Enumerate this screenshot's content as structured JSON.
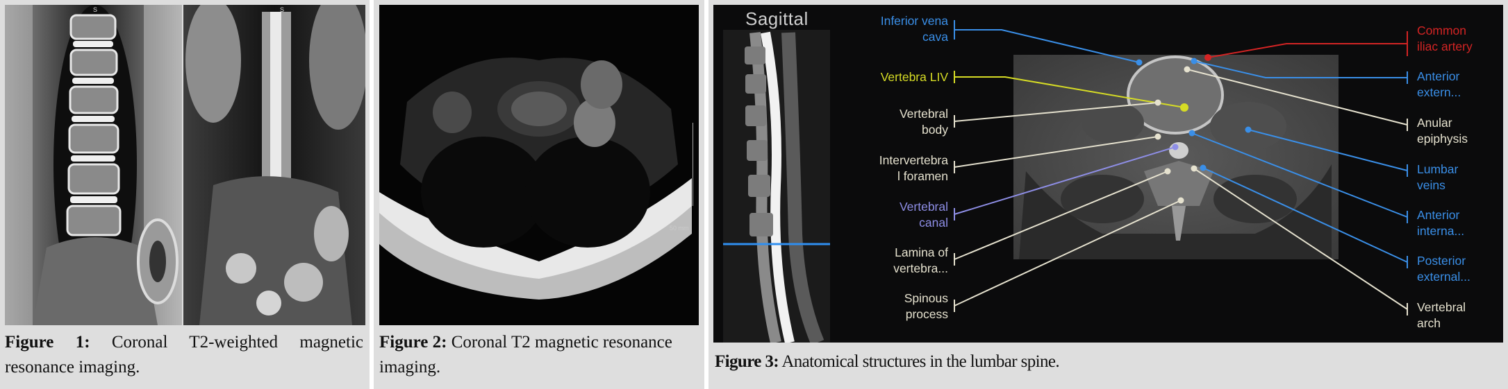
{
  "figures": [
    {
      "caption_label": "Figure 1:",
      "caption_text": "Coronal T2-weighted magnetic resonance imaging.",
      "image_marks": [
        "S",
        "S"
      ]
    },
    {
      "caption_label": "Figure 2:",
      "caption_text": "Coronal T2 magnetic resonance imaging.",
      "scale_label": "50 mm"
    },
    {
      "caption_label": "Figure 3:",
      "caption_text": "Anatomical structures in the lumbar spine.",
      "sagittal_title": "Sagittal",
      "labels_left": [
        {
          "text": "Inferior vena\ncava",
          "color": "#3a8fe8"
        },
        {
          "text": "Vertebra LIV",
          "color": "#d6dc25"
        },
        {
          "text": "Vertebral\nbody",
          "color": "#e6e2cf"
        },
        {
          "text": "Intervertebra\nl foramen",
          "color": "#e6e2cf"
        },
        {
          "text": "Vertebral\ncanal",
          "color": "#8e8ee6"
        },
        {
          "text": "Lamina of\nvertebra...",
          "color": "#e6e2cf"
        },
        {
          "text": "Spinous\nprocess",
          "color": "#e6e2cf"
        }
      ],
      "labels_right": [
        {
          "text": "Common\niliac artery",
          "color": "#d42424"
        },
        {
          "text": "Anterior\nextern...",
          "color": "#3a8fe8"
        },
        {
          "text": "Anular\nepiphysis",
          "color": "#e6e2cf"
        },
        {
          "text": "Lumbar\nveins",
          "color": "#3a8fe8"
        },
        {
          "text": "Anterior\ninterna...",
          "color": "#3a8fe8"
        },
        {
          "text": "Posterior\nexternal...",
          "color": "#3a8fe8"
        },
        {
          "text": "Vertebral\narch",
          "color": "#e6e2cf"
        }
      ]
    }
  ]
}
